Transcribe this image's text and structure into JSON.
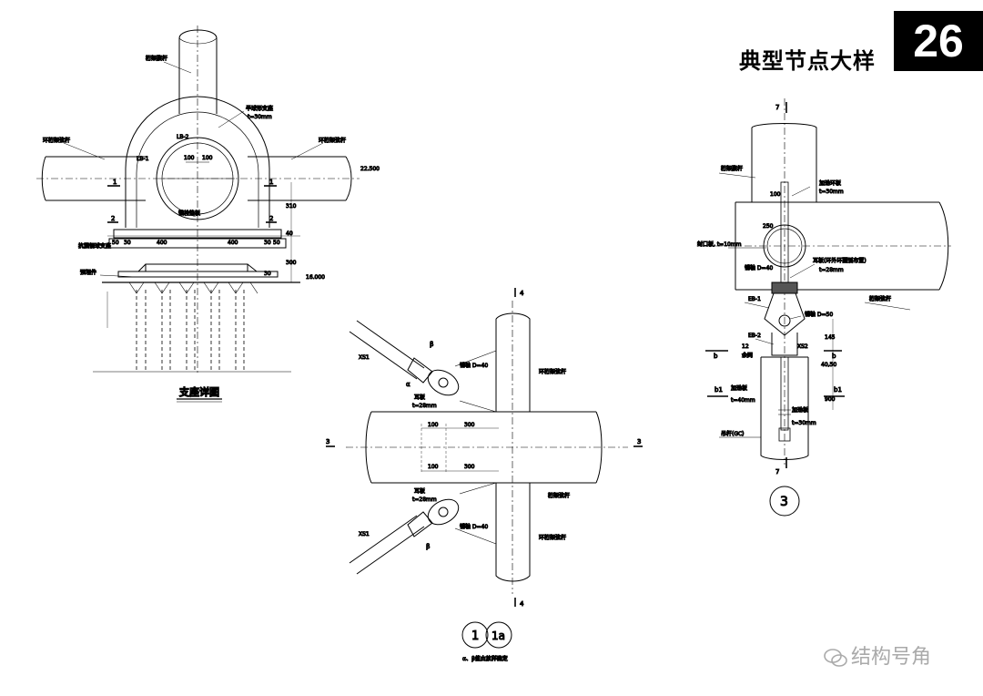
{
  "header": {
    "title": "典型节点大样",
    "page_number": "26"
  },
  "left_detail": {
    "caption": "支座详图",
    "labels": {
      "top_chord": "桁架腹杆",
      "left_ring_chord": "环桁架弦杆",
      "right_ring_chord": "环桁架弦杆",
      "half_ball_seat": "半球形支座",
      "half_ball_thk": "t=30mm",
      "lb2": "LB-2",
      "lb1": "LB-1",
      "dim_100a": "100",
      "dim_100b": "100",
      "elev_2250": "22.500",
      "dim_310": "310",
      "dim_40": "40",
      "dim_300": "300",
      "bearing": "抗震钢球支座",
      "bearing_ring": "锚栓垫板",
      "embed": "预埋件",
      "dim_50a": "50",
      "dim_30a": "30",
      "dim_400a": "400",
      "dim_400b": "400",
      "dim_30b": "30",
      "dim_50b": "50",
      "sec1a": "1",
      "sec1b": "1",
      "sec2a": "2",
      "sec2b": "2",
      "dim_30c": "30",
      "elev_small": "16.000"
    }
  },
  "middle_detail": {
    "caption_left": "1",
    "caption_right": "1a",
    "note": "α、β值由放样确定",
    "labels": {
      "sec4_top": "4",
      "sec4_bottom": "4",
      "sec3_left": "3",
      "sec3_right": "3",
      "xs1_top": "XS1",
      "xs1_bottom": "XS1",
      "ear_plate_top": "耳板",
      "ear_plate_top_t": "t=28mm",
      "ear_plate_bot": "耳板",
      "ear_plate_bot_t": "t=28mm",
      "pin_top": "销轴 D=40",
      "pin_bot": "销轴 D=40",
      "chord_right_top": "环桁架弦杆",
      "chord_right_mid": "桁架弦杆",
      "chord_right_bot": "环桁架弦杆",
      "dim_100a": "100",
      "dim_300a": "300",
      "dim_100b": "100",
      "dim_300b": "300",
      "alpha": "α",
      "beta_top": "β",
      "beta_bot": "β"
    }
  },
  "right_detail": {
    "caption": "3",
    "labels": {
      "sec7_top": "7",
      "sec7_bottom": "7",
      "web": "桁架腹杆",
      "stiff_ring": "加劲环板",
      "stiff_ring_t": "t=30mm",
      "dim_100": "100",
      "dim_250": "250",
      "seal_plate": "封口板, t=10mm",
      "ear_plate": "耳板(环外环圆弧布置)",
      "ear_plate_t": "t=28mm",
      "pin_40": "销轴 D=40",
      "chord": "桁架弦杆",
      "eb1": "EB-1",
      "pin_50": "销轴 D=50",
      "eb2": "EB-2",
      "dim_12": "12",
      "rest": "余同",
      "xs2": "XS2",
      "dim_145": "145",
      "dim_4050": "40,50",
      "dim_900": "900",
      "sec_b_left": "b",
      "sec_b_right": "b",
      "sec_b1_left": "b1",
      "sec_b1_right": "b1",
      "stiff_plate": "加劲板",
      "stiff_plate_t": "t=40mm",
      "stiff_plate2": "加劲板",
      "stiff_plate2_t": "t=30mm",
      "hanger": "吊杆(GC)"
    }
  },
  "watermark": "结构号角",
  "colors": {
    "line": "#000000",
    "bg": "#ffffff",
    "badge_bg": "#000000",
    "badge_fg": "#ffffff",
    "watermark": "#aaaaaa"
  }
}
